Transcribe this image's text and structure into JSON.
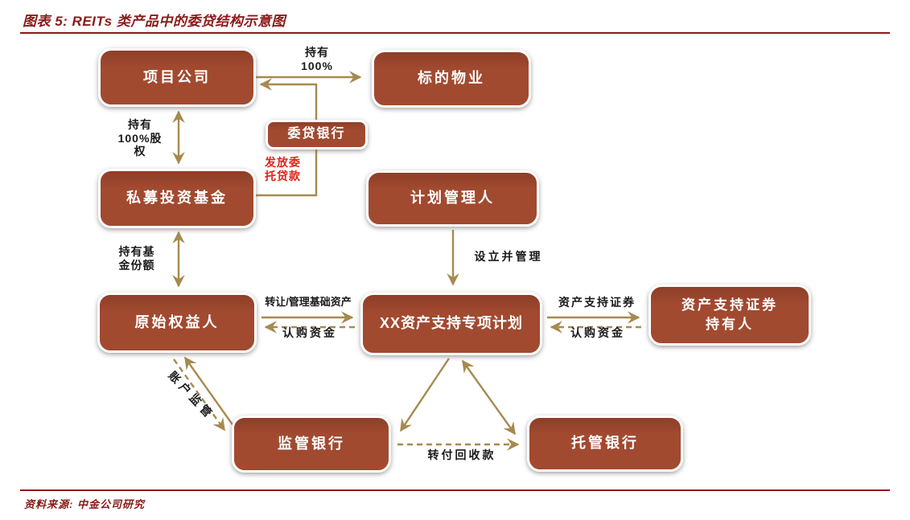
{
  "figure": {
    "title": "图表 5: REITs 类产品中的委贷结构示意图",
    "source": "资料来源: 中金公司研究"
  },
  "nodes": {
    "project_company": "项目公司",
    "target_property": "标的物业",
    "entrusted_loan_bank": "委贷银行",
    "private_fund": "私募投资基金",
    "plan_manager": "计划管理人",
    "original_owner": "原始权益人",
    "abs_plan": "XX资产支持专项计划",
    "abs_holders": "资产支持证券\n持有人",
    "supervising_bank": "监管银行",
    "custodian_bank": "托管银行"
  },
  "edge_labels": {
    "hold_100": "持有\n100%",
    "hold_100_equity": "持有\n100%股\n权",
    "issue_entrusted_loan": "发放委\n托贷款",
    "hold_fund_shares": "持有基\n金份额",
    "establish_manage": "设立并管理",
    "transfer_manage_assets": "转让/管理基础资产",
    "subscription_funds_left": "认购资金",
    "abs_securities": "资产支持证券",
    "subscription_funds_right": "认购资金",
    "account_supervision": "账户监管",
    "transfer_collections": "转付回收款"
  },
  "colors": {
    "box_fill": "#A14A30",
    "box_top": "#8F3E28",
    "arrow": "#A68A4E",
    "title": "#8B1A1A",
    "red_label": "#DF2318",
    "label": "#1a1a1a"
  }
}
